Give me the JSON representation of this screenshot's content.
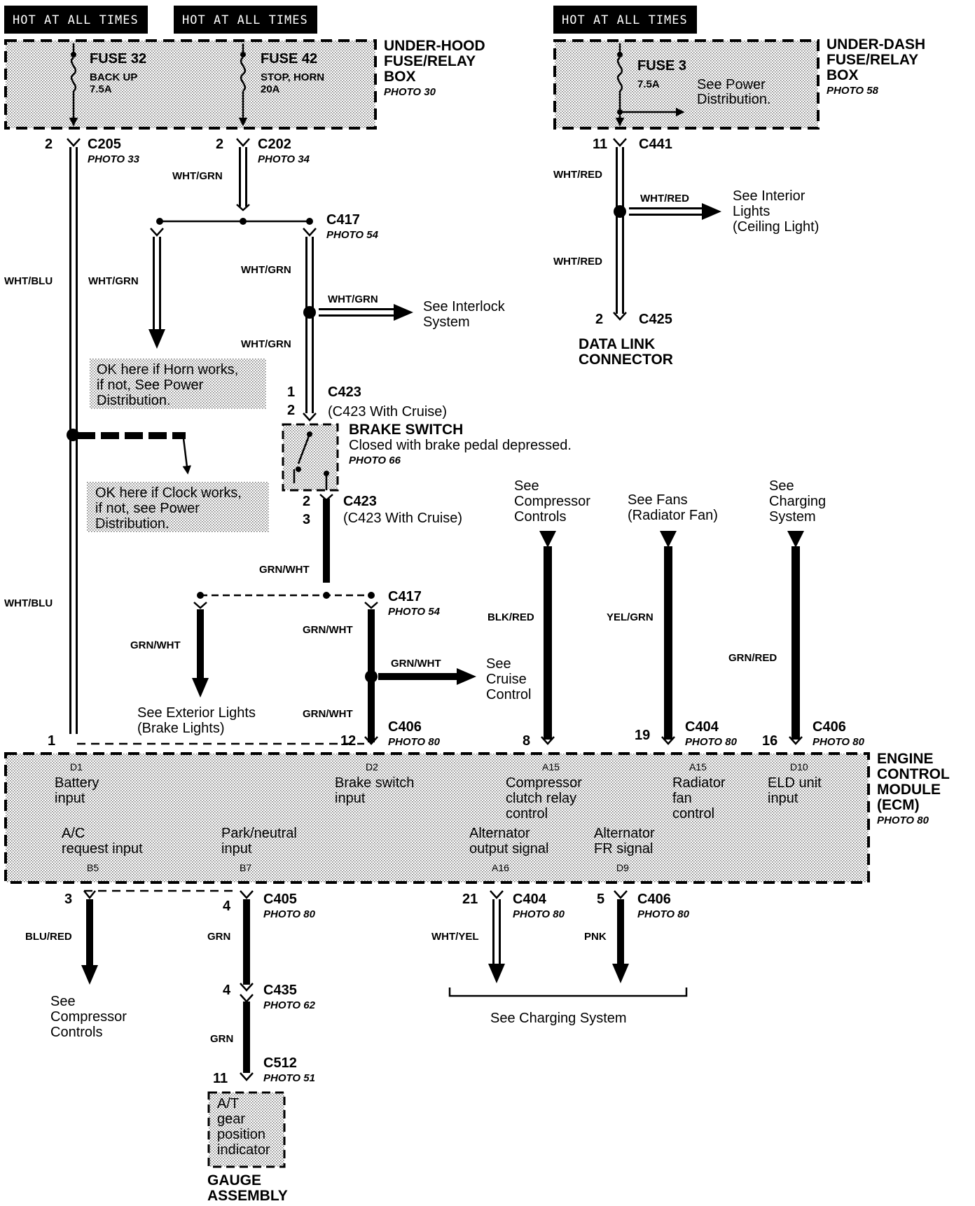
{
  "hot_labels": [
    "HOT AT ALL TIMES",
    "HOT AT ALL TIMES",
    "HOT AT ALL TIMES"
  ],
  "under_hood_box": {
    "line1": "UNDER-HOOD",
    "line2": "FUSE/RELAY",
    "line3": "BOX",
    "photo": "PHOTO 30"
  },
  "fuse32": {
    "name": "FUSE 32",
    "desc": "BACK UP",
    "amps": "7.5A"
  },
  "fuse42": {
    "name": "FUSE 42",
    "desc": "STOP, HORN",
    "amps": "20A"
  },
  "under_dash_box": {
    "line1": "UNDER-DASH",
    "line2": "FUSE/RELAY",
    "line3": "BOX",
    "photo": "PHOTO 58"
  },
  "fuse3": {
    "name": "FUSE 3",
    "amps": "7.5A",
    "note1": "See Power",
    "note2": "Distribution."
  },
  "connectors": {
    "c205": {
      "name": "C205",
      "photo": "PHOTO 33",
      "pin": "2"
    },
    "c202": {
      "name": "C202",
      "photo": "PHOTO 34",
      "pin": "2"
    },
    "c441": {
      "name": "C441",
      "pin": "11"
    },
    "c417a": {
      "name": "C417",
      "photo": "PHOTO 54"
    },
    "c425": {
      "name": "C425",
      "pin": "2"
    },
    "c423a": {
      "name": "C423",
      "alt": "(C423 With Cruise)",
      "pin1": "1",
      "pin2": "2"
    },
    "c423b": {
      "name": "C423",
      "alt": "(C423 With Cruise)",
      "pin1": "2",
      "pin2": "3"
    },
    "c417b": {
      "name": "C417",
      "photo": "PHOTO 54"
    },
    "c406a": {
      "name": "C406",
      "photo": "PHOTO 80",
      "pin": "12"
    },
    "c404a": {
      "name": "C404",
      "photo": "PHOTO 80",
      "pin": "19"
    },
    "c406b": {
      "name": "C406",
      "photo": "PHOTO 80",
      "pin": "16"
    },
    "ecm_pin1": "1",
    "ecm_pin8": "8",
    "c405": {
      "name": "C405",
      "photo": "PHOTO 80",
      "pin": "4"
    },
    "c404b": {
      "name": "C404",
      "photo": "PHOTO 80",
      "pin": "21"
    },
    "c406c": {
      "name": "C406",
      "photo": "PHOTO 80",
      "pin": "5"
    },
    "ecm_pin3": "3",
    "c435": {
      "name": "C435",
      "photo": "PHOTO 62",
      "pin": "4"
    },
    "c512": {
      "name": "C512",
      "photo": "PHOTO 51",
      "pin": "11"
    }
  },
  "wires": {
    "wht_blu": "WHT/BLU",
    "wht_grn": "WHT/GRN",
    "wht_red": "WHT/RED",
    "grn_wht": "GRN/WHT",
    "blk_red": "BLK/RED",
    "yel_grn": "YEL/GRN",
    "grn_red": "GRN/RED",
    "blu_red": "BLU/RED",
    "grn": "GRN",
    "wht_yel": "WHT/YEL",
    "pnk": "PNK"
  },
  "refs": {
    "interlock": [
      "See Interlock",
      "System"
    ],
    "interior": [
      "See Interior",
      "Lights",
      "(Ceiling Light)"
    ],
    "compressor_top": [
      "See",
      "Compressor",
      "Controls"
    ],
    "fans": [
      "See Fans",
      "(Radiator Fan)"
    ],
    "charging_top": [
      "See",
      "Charging",
      "System"
    ],
    "cruise": [
      "See",
      "Cruise",
      "Control"
    ],
    "exterior": [
      "See Exterior Lights",
      "(Brake Lights)"
    ],
    "compressor_bottom": [
      "See",
      "Compressor",
      "Controls"
    ],
    "charging_bottom": "See Charging System"
  },
  "notes": {
    "horn": [
      "OK here if Horn works,",
      "if not, See Power",
      "Distribution."
    ],
    "clock": [
      "OK here if Clock works,",
      "if not, see Power",
      "Distribution."
    ]
  },
  "data_link": [
    "DATA LINK",
    "CONNECTOR"
  ],
  "brake_switch": {
    "title": "BRAKE SWITCH",
    "desc": "Closed with brake pedal  depressed.",
    "photo": "PHOTO 66"
  },
  "ecm": {
    "line1": "ENGINE",
    "line2": "CONTROL",
    "line3": "MODULE",
    "line4": "(ECM)",
    "photo": "PHOTO 80",
    "terminals_top": [
      {
        "pin": "D1",
        "l1": "Battery",
        "l2": "input",
        "l3": ""
      },
      {
        "pin": "D2",
        "l1": "Brake switch",
        "l2": "input",
        "l3": ""
      },
      {
        "pin": "A15",
        "l1": "Compressor",
        "l2": "clutch relay",
        "l3": "control"
      },
      {
        "pin": "A15",
        "l1": "Radiator",
        "l2": "fan",
        "l3": "control"
      },
      {
        "pin": "D10",
        "l1": "ELD unit",
        "l2": "input",
        "l3": ""
      }
    ],
    "terminals_bottom": [
      {
        "pin": "B5",
        "l1": "A/C",
        "l2": "request input"
      },
      {
        "pin": "B7",
        "l1": "Park/neutral",
        "l2": "input"
      },
      {
        "pin": "A16",
        "l1": "Alternator",
        "l2": "output signal"
      },
      {
        "pin": "D9",
        "l1": "Alternator",
        "l2": "FR signal"
      }
    ]
  },
  "gauge": {
    "indicator": [
      "A/T",
      "gear",
      "position",
      "indicator"
    ],
    "title1": "GAUGE",
    "title2": "ASSEMBLY"
  }
}
